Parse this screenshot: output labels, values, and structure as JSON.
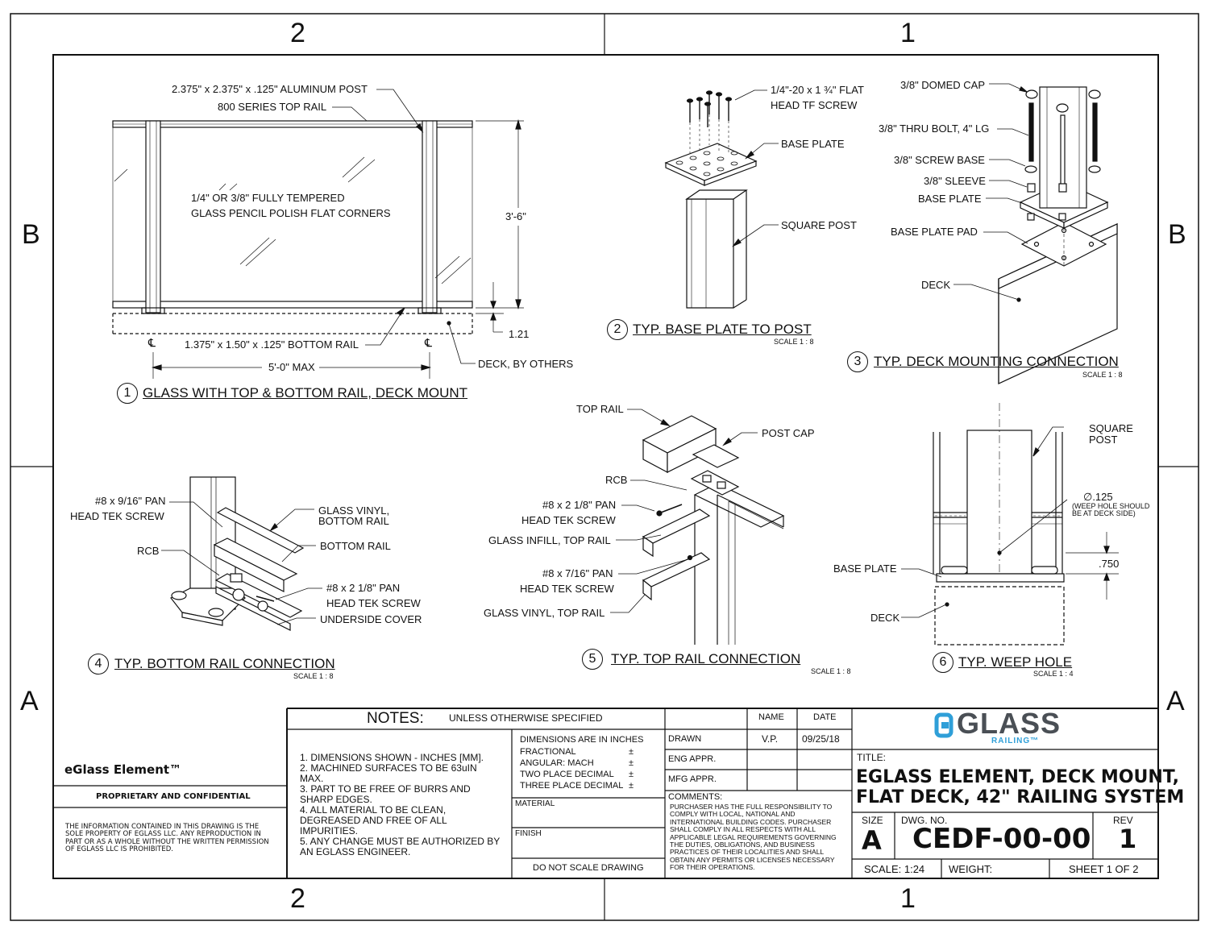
{
  "zones": {
    "top_left": "2",
    "top_right": "1",
    "bottom_left": "2",
    "bottom_right": "1",
    "left_upper": "B",
    "left_lower": "A",
    "right_upper": "B",
    "right_lower": "A"
  },
  "view1": {
    "number": "1",
    "title": "GLASS WITH TOP & BOTTOM RAIL, DECK MOUNT",
    "post": "2.375\" x 2.375\" x .125\" ALUMINUM POST",
    "top_rail": "800 SERIES TOP RAIL",
    "glass_line1": "1/4\" OR 3/8\" FULLY TEMPERED",
    "glass_line2": "GLASS PENCIL POLISH FLAT CORNERS",
    "height": "3'-6\"",
    "gap": "1.21",
    "bottom_rail": "1.375\" x 1.50\" x .125\" BOTTOM RAIL",
    "span": "5'-0\" MAX",
    "deck": "DECK, BY OTHERS",
    "cl": "℄"
  },
  "view2": {
    "number": "2",
    "title": "TYP. BASE PLATE TO POST",
    "scale": "SCALE 1 : 8",
    "screw_line1": "1/4\"-20  x 1 ¾\" FLAT",
    "screw_line2": "HEAD TF SCREW",
    "base_plate": "BASE PLATE",
    "square_post": "SQUARE POST"
  },
  "view3": {
    "number": "3",
    "title": "TYP. DECK MOUNTING CONNECTION",
    "scale": "SCALE 1 : 8",
    "domed_cap": "3/8\" DOMED CAP",
    "thru_bolt": "3/8\" THRU BOLT, 4\" LG",
    "screw_base": "3/8\" SCREW BASE",
    "sleeve": "3/8\" SLEEVE",
    "base_plate": "BASE PLATE",
    "pad": "BASE PLATE PAD",
    "deck": "DECK"
  },
  "view4": {
    "number": "4",
    "title": "TYP. BOTTOM RAIL CONNECTION",
    "scale": "SCALE 1 : 8",
    "screw1_line1": "#8 x 9/16\" PAN",
    "screw1_line2": "HEAD TEK SCREW",
    "rcb": "RCB",
    "vinyl_line1": "GLASS VINYL,",
    "vinyl_line2": "BOTTOM RAIL",
    "bottom_rail": "BOTTOM RAIL",
    "screw2_line1": "#8 x 2 1/8\" PAN",
    "screw2_line2": "HEAD TEK SCREW",
    "cover": "UNDERSIDE COVER"
  },
  "view5": {
    "number": "5",
    "title": "TYP. TOP RAIL CONNECTION",
    "scale": "SCALE 1 : 8",
    "top_rail": "TOP RAIL",
    "post_cap": "POST CAP",
    "rcb": "RCB",
    "screw1_line1": "#8 x 2 1/8\" PAN",
    "screw1_line2": "HEAD TEK SCREW",
    "infill": "GLASS INFILL, TOP RAIL",
    "screw2_line1": "#8 x 7/16\" PAN",
    "screw2_line2": "HEAD TEK SCREW",
    "vinyl": "GLASS VINYL, TOP RAIL"
  },
  "view6": {
    "number": "6",
    "title": "TYP. WEEP HOLE",
    "scale": "SCALE 1 : 4",
    "post_line1": "SQUARE",
    "post_line2": "POST",
    "hole": "∅.125",
    "hole_note_line1": "(WEEP HOLE SHOULD",
    "hole_note_line2": "BE AT DECK SIDE)",
    "dim": ".750",
    "base_plate": "BASE PLATE",
    "deck": "DECK"
  },
  "title_block": {
    "product": "eGlass Element™",
    "proprietary": "PROPRIETARY AND CONFIDENTIAL",
    "confidential": "THE INFORMATION CONTAINED IN THIS DRAWING IS THE SOLE PROPERTY OF EGLASS LLC. ANY REPRODUCTION IN PART OR AS A WHOLE WITHOUT THE WRITTEN PERMISSION OF EGLASS LLC IS PROHIBITED.",
    "notes_title": "NOTES:",
    "notes_sub": "UNLESS OTHERWISE SPECIFIED",
    "notes": [
      "1. DIMENSIONS SHOWN - INCHES [MM].",
      "2. MACHINED SURFACES TO BE 63uIN MAX.",
      "3. PART TO BE FREE OF BURRS AND SHARP EDGES.",
      "4. ALL MATERIAL TO BE CLEAN, DEGREASED AND FREE OF ALL IMPURITIES.",
      "5. ANY CHANGE MUST BE AUTHORIZED BY AN EGLASS ENGINEER."
    ],
    "dims_header": "DIMENSIONS ARE IN INCHES",
    "tolerances": [
      {
        "label": "FRACTIONAL",
        "sym": "±"
      },
      {
        "label": "ANGULAR: MACH",
        "sym": "±"
      },
      {
        "label": "TWO PLACE DECIMAL",
        "sym": "±"
      },
      {
        "label": "THREE PLACE DECIMAL",
        "sym": "±"
      }
    ],
    "material": "MATERIAL",
    "finish": "FINISH",
    "do_not_scale": "DO NOT SCALE DRAWING",
    "name_header": "NAME",
    "date_header": "DATE",
    "drawn": "DRAWN",
    "drawn_name": "V.P.",
    "drawn_date": "09/25/18",
    "eng_appr": "ENG APPR.",
    "mfg_appr": "MFG APPR.",
    "comments_label": "COMMENTS:",
    "comments": "PURCHASER HAS THE FULL RESPONSIBILITY TO COMPLY WITH LOCAL, NATIONAL AND INTERNATIONAL BUILDING CODES. PURCHASER SHALL COMPLY IN ALL RESPECTS WITH ALL APPLICABLE LEGAL REQUIREMENTS GOVERNING THE DUTIES, OBLIGATIONS, AND BUSINESS PRACTICES OF THEIR LOCALITIES AND SHALL OBTAIN ANY PERMITS OR LICENSES NECESSARY FOR THEIR OPERATIONS.",
    "logo_main": "GLASS",
    "logo_sub": "RAILING™",
    "title_label": "TITLE:",
    "title_line1": "EGLASS ELEMENT, DECK MOUNT,",
    "title_line2": "FLAT DECK, 42\" RAILING SYSTEM",
    "size_label": "SIZE",
    "size": "A",
    "dwg_label": "DWG.  NO.",
    "dwg": "CEDF-00-00",
    "rev_label": "REV",
    "rev": "1",
    "scale": "SCALE: 1:24",
    "weight": "WEIGHT:",
    "sheet": "SHEET 1 OF 2",
    "logo_color": "#2f9fd8",
    "logo_dark": "#4a4f55"
  }
}
